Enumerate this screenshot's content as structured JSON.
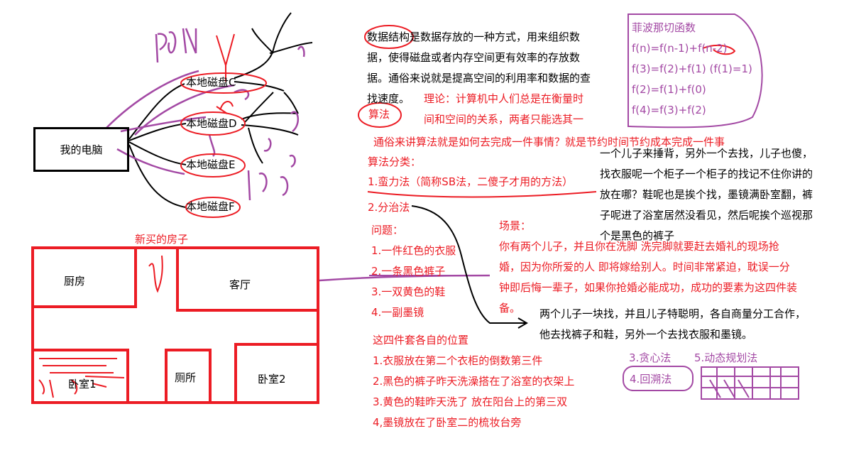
{
  "computer": {
    "my_computer": "我的电脑",
    "disks": [
      "本地磁盘C",
      "本地磁盘D",
      "本地磁盘E",
      "本地磁盘F"
    ]
  },
  "house": {
    "title": "新买的房子",
    "rooms": {
      "kitchen": "厨房",
      "living": "客厅",
      "bedroom1": "卧室1",
      "toilet": "厕所",
      "bedroom2": "卧室2"
    }
  },
  "intro": {
    "lines": [
      "数据结构是数据存放的一种方式，用来组织数",
      "据，使得磁盘或者内存空间更有效率的存放数",
      "据。通俗来说就是提高空间的利用率和数据的查",
      "找速度。"
    ],
    "theory_lines": [
      "理论：计算机中人们总是在衡量时",
      "间和空间的关系，两者只能选其一"
    ],
    "algorithm_label": "算法",
    "plain_definition": "通俗来讲算法就是如何去完成一件事情？就是节约时间节约成本完成一件事",
    "classification_title": "算法分类：",
    "brute_force": "1.蛮力法（简称SB法，二傻子才用的方法）",
    "divide_conquer": "2.分治法"
  },
  "fibonacci": {
    "title": "菲波那切函数",
    "lines": [
      "f(n)=f(n-1)+f(n-2)",
      "f(3)=f(2)+f(1) (f(1)=1)",
      "f(2)=f(1)+f(0)",
      "f(4)=f(3)+f(2)"
    ]
  },
  "story_brute": [
    "一个儿子来捶背，另外一个去找，儿子也傻，",
    "找衣服呢一个柜子一个柜子的找记不住你讲的",
    "放在哪？鞋呢也是挨个找，墨镜满卧室翻，裤",
    "子呢进了浴室居然没看见，然后呢挨个巡视那",
    "个是黑色的裤子"
  ],
  "problem": {
    "title": "问题：",
    "items": [
      "1.一件红色的衣服",
      "2.一条黑色裤子",
      "3.一双黄色的鞋",
      "4.一副墨镜"
    ]
  },
  "scenario": {
    "title": "场景：",
    "lines": [
      "你有两个儿子，并且你在洗脚 洗完脚就要赶去婚礼的现场抢",
      "婚，因为你所爱的人 即将嫁给别人。时间非常紧迫，耽误一分",
      "钟即后悔一辈子，如果你抢婚必能成功，成功的要素为这四件装",
      "备。"
    ]
  },
  "story_divide": [
    "两个儿子一块找，并且儿子特聪明，各自商量分工合作，",
    "他去找裤子和鞋，另外一个去找衣服和墨镜。"
  ],
  "positions": {
    "title": "这四件套各自的位置",
    "items": [
      "1.衣服放在第二个衣柜的倒数第三件",
      "2.黑色的裤子昨天洗澡搭在了浴室的衣架上",
      "3.黄色的鞋昨天洗了 放在阳台上的第三双",
      "4,墨镜放在了卧室二的梳妆台旁"
    ]
  },
  "more_methods": {
    "greedy": "3.贪心法",
    "dynamic": "5.动态规划法",
    "backtrack": "4.回溯法"
  }
}
